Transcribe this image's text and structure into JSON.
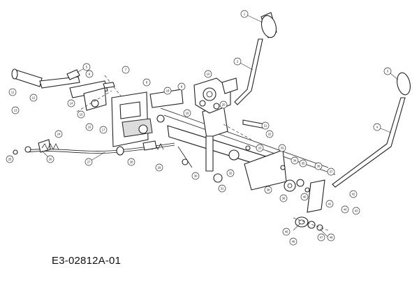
{
  "diagram": {
    "code": "E3-02812A-01",
    "callouts": [
      "1",
      "2",
      "3",
      "4",
      "5",
      "6",
      "7",
      "8",
      "9",
      "10",
      "11",
      "12",
      "13",
      "14",
      "15",
      "16",
      "17",
      "18",
      "19",
      "20",
      "21",
      "22",
      "23",
      "24",
      "25",
      "26",
      "27",
      "28",
      "29",
      "30",
      "31",
      "32",
      "33",
      "34",
      "35",
      "36",
      "37",
      "38",
      "39",
      "40",
      "41",
      "42",
      "43",
      "44",
      "45",
      "46",
      "47",
      "48"
    ]
  }
}
